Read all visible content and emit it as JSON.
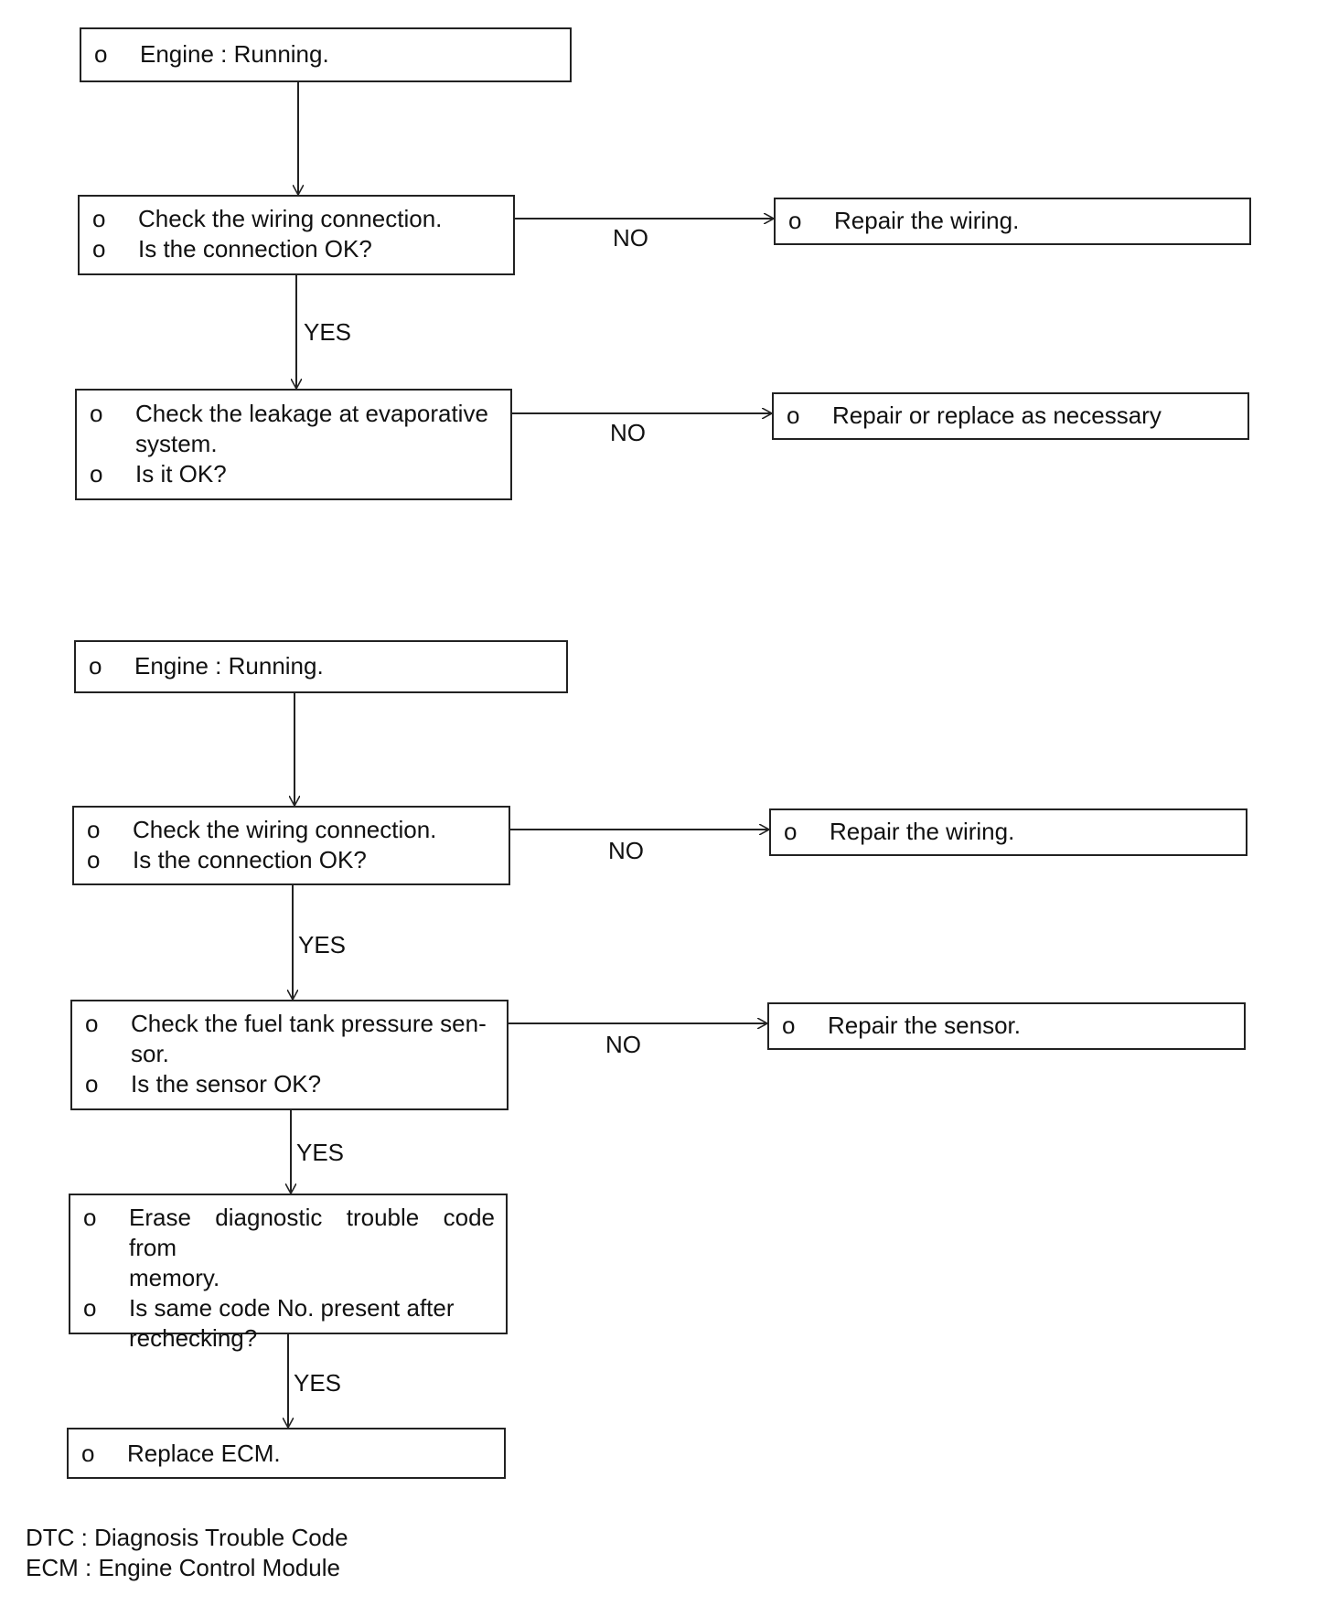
{
  "bullet": "o",
  "colors": {
    "ink": "#222222",
    "paper": "#ffffff"
  },
  "flow1": {
    "start": "Engine : Running.",
    "q1": [
      "Check the wiring connection.",
      "Is the connection OK?"
    ],
    "q1_no": "Repair the wiring.",
    "q2_line1": "Check the leakage at evaporative",
    "q2_line2": "system.",
    "q2_line3": "Is it OK?",
    "q2_no": "Repair or replace as necessary",
    "no_label": "NO",
    "yes_label": "YES"
  },
  "flow2": {
    "start": "Engine : Running.",
    "q1": [
      "Check the wiring connection.",
      "Is the connection OK?"
    ],
    "q1_no": "Repair the wiring.",
    "q2_line1": "Check the fuel tank pressure sen-",
    "q2_line2": "sor.",
    "q2_line3": "Is the sensor OK?",
    "q2_no": "Repair the sensor.",
    "q3_line1": "Erase diagnostic trouble code from",
    "q3_line2": "memory.",
    "q3_line3": "Is same code No. present after",
    "q3_line4": "rechecking?",
    "end": "Replace ECM.",
    "no_label": "NO",
    "yes_label": "YES"
  },
  "legend": [
    "DTC : Diagnosis Trouble Code",
    "ECM : Engine Control Module"
  ]
}
